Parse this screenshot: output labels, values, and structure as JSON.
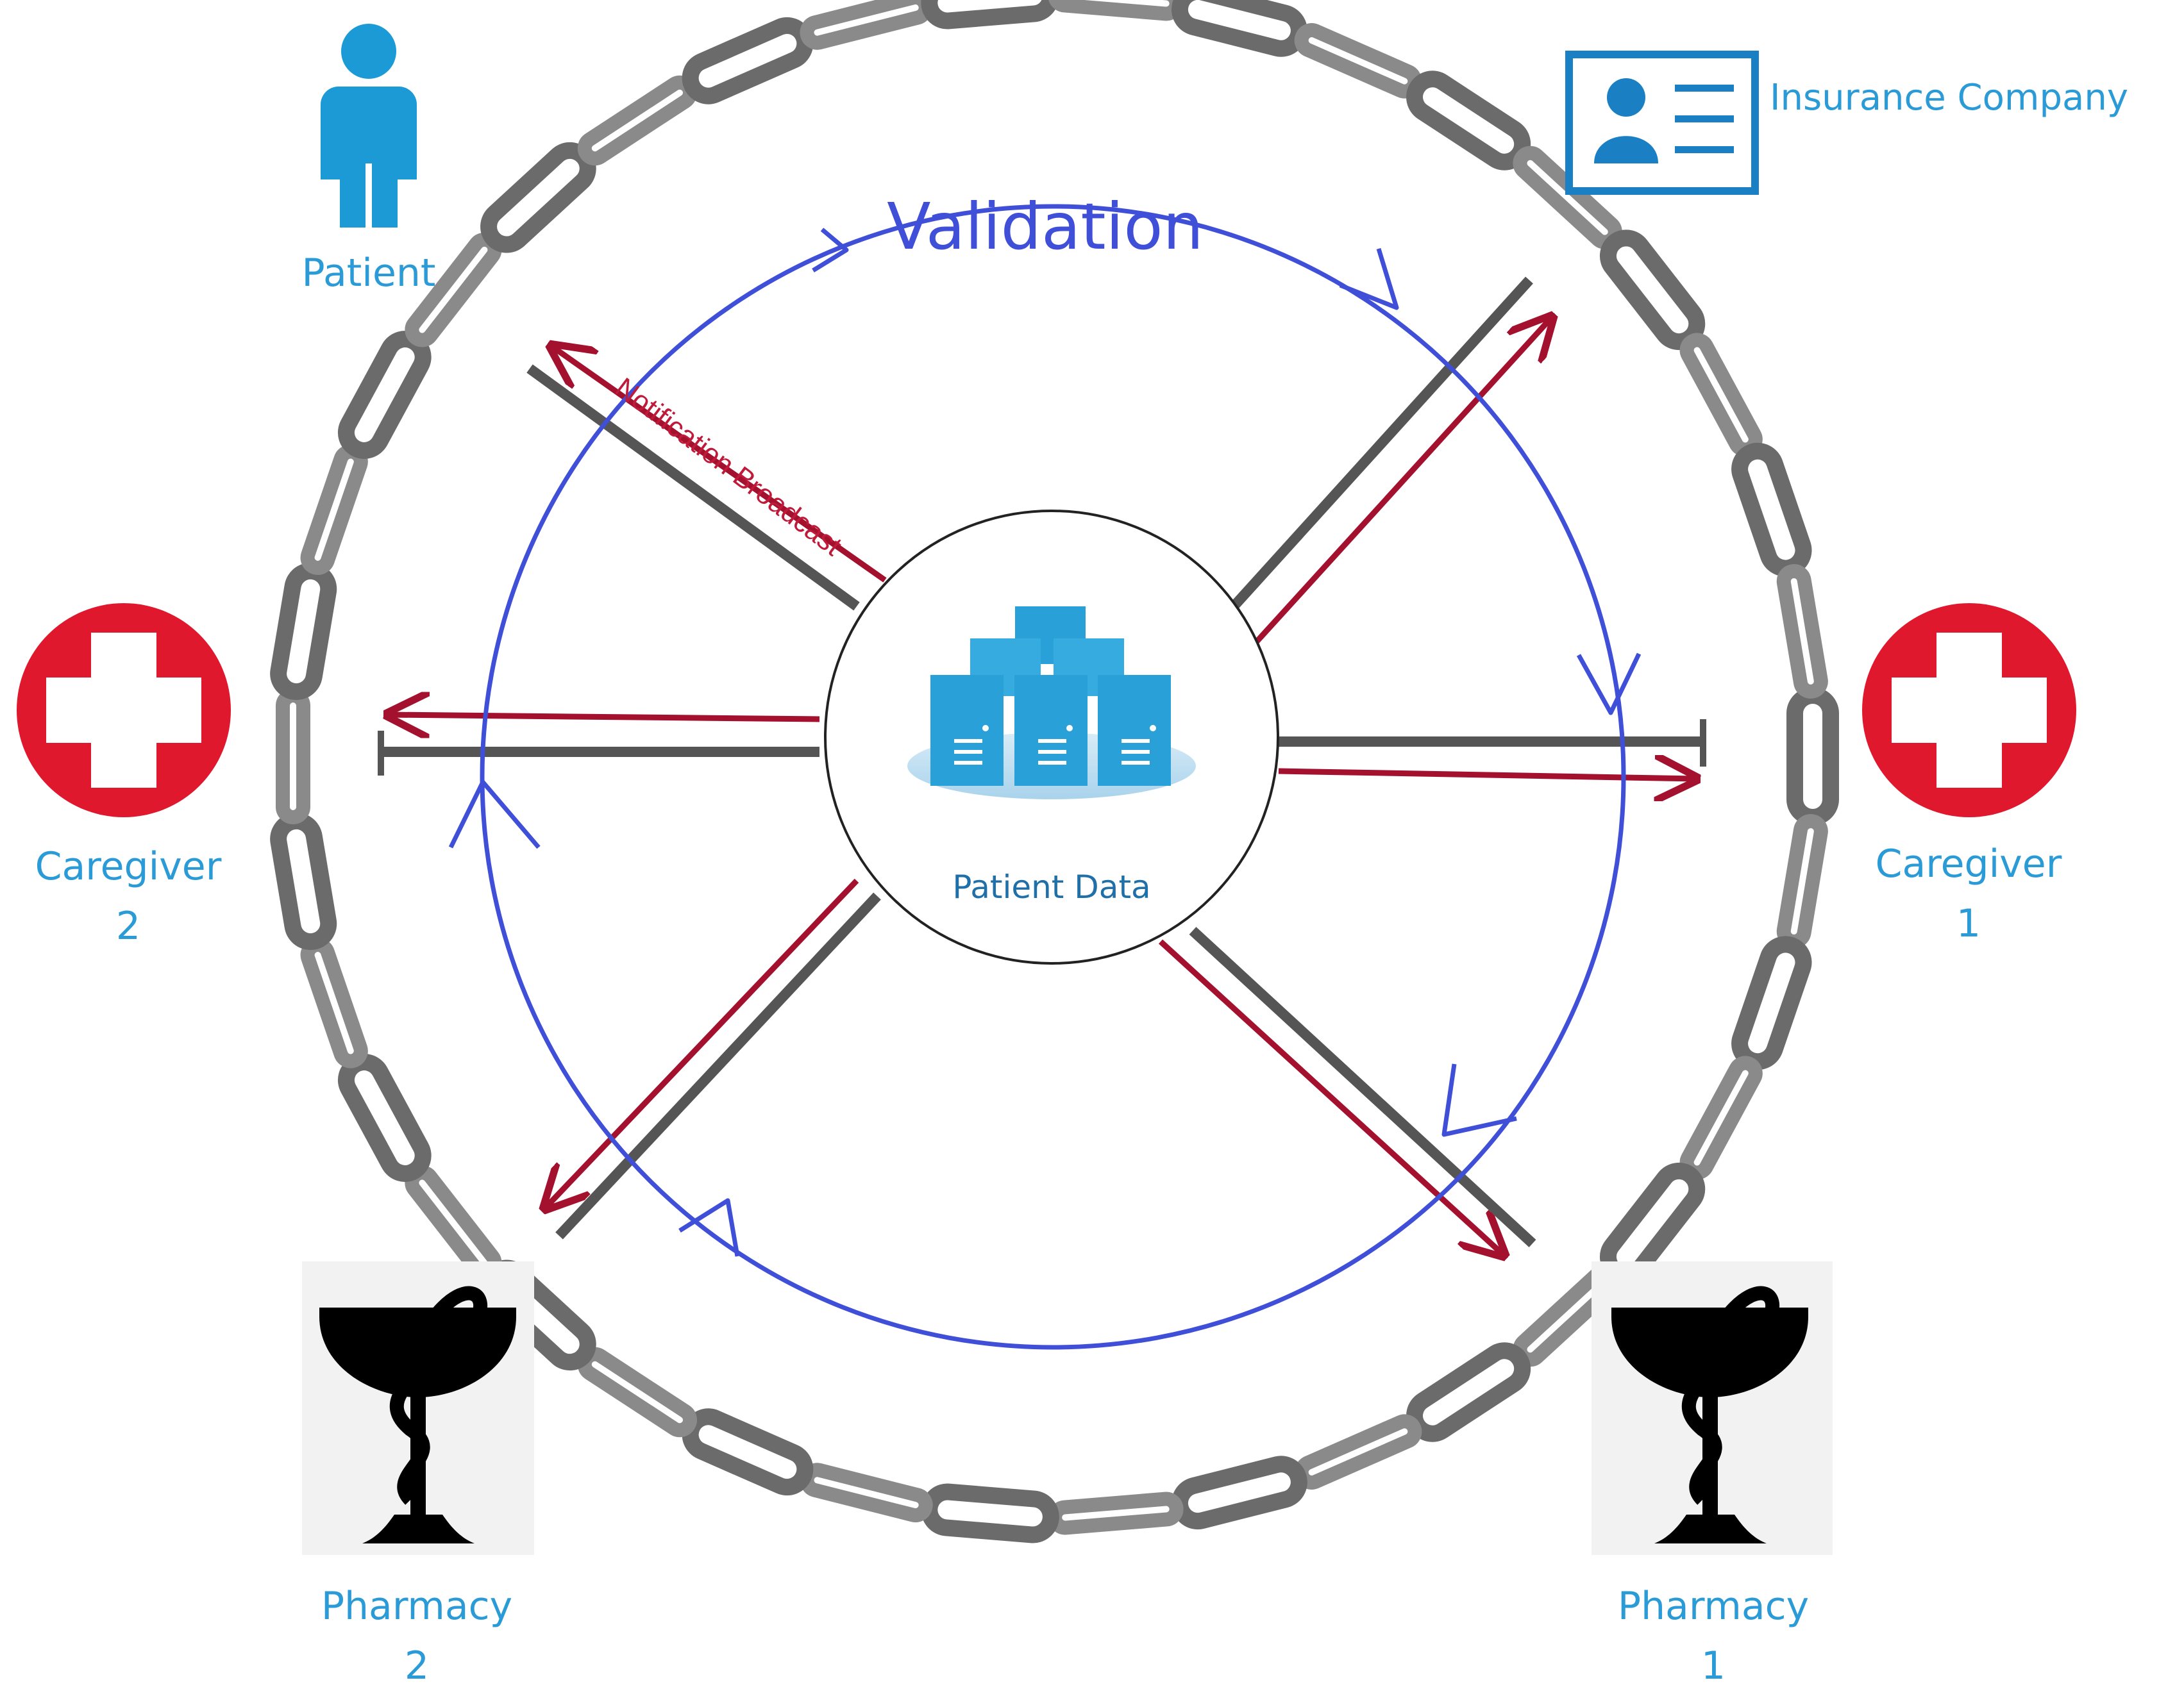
{
  "title": "Validation",
  "center": {
    "label": "Patient Data",
    "icon": "server-cluster-icon"
  },
  "edge_label": "Notification Broadcast",
  "nodes": {
    "patient": {
      "lines": [
        "Patient"
      ],
      "icon": "person-icon"
    },
    "insurance": {
      "lines": [
        "Insurance Company"
      ],
      "icon": "id-card-icon"
    },
    "caregiver1": {
      "lines": [
        "Caregiver",
        "1"
      ],
      "icon": "red-cross-icon"
    },
    "caregiver2": {
      "lines": [
        "Caregiver",
        "2"
      ],
      "icon": "red-cross-icon"
    },
    "pharmacy1": {
      "lines": [
        "Pharmacy",
        "1"
      ],
      "icon": "pharmacy-bowl-snake-icon"
    },
    "pharmacy2": {
      "lines": [
        "Pharmacy",
        "2"
      ],
      "icon": "pharmacy-bowl-snake-icon"
    }
  },
  "colors": {
    "label": "#2a9bd7",
    "validation": "#3f4fd8",
    "notification": "#a3112e",
    "chain": "#6b6b6b",
    "spoke": "#555555",
    "caregiver_red": "#e0182d",
    "person_blue": "#1b9ad6",
    "server_blue": "#2aa0d8"
  }
}
